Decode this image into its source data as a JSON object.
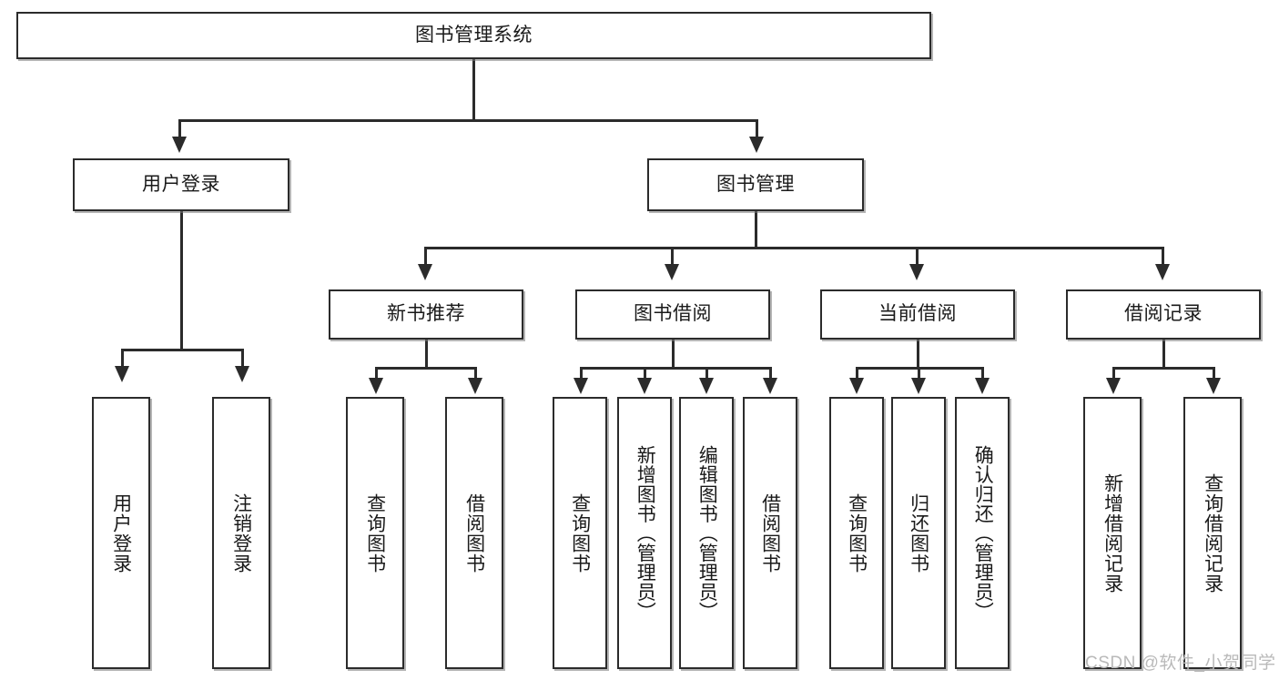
{
  "diagram": {
    "type": "tree-hierarchy-chart",
    "title": "图书管理系统",
    "background_color": "#ffffff",
    "line_color": "#2b2b2b",
    "box_fill": "#ffffff"
  },
  "nodes": {
    "root": {
      "label": "图书管理系统"
    },
    "level1": [
      {
        "id": "user-login",
        "label": "用户登录"
      },
      {
        "id": "book-manage",
        "label": "图书管理"
      }
    ],
    "level2": [
      {
        "id": "new-book-recommend",
        "label": "新书推荐"
      },
      {
        "id": "book-borrow",
        "label": "图书借阅"
      },
      {
        "id": "current-borrow",
        "label": "当前借阅"
      },
      {
        "id": "borrow-record",
        "label": "借阅记录"
      }
    ],
    "leaves": {
      "user_login": [
        {
          "id": "leaf-user-login",
          "label": "用户登录"
        },
        {
          "id": "leaf-logout",
          "label": "注销登录"
        }
      ],
      "new_book_recommend": [
        {
          "id": "leaf-query-book-1",
          "label": "查询图书"
        },
        {
          "id": "leaf-borrow-book-1",
          "label": "借阅图书"
        }
      ],
      "book_borrow": [
        {
          "id": "leaf-query-book-2",
          "label": "查询图书"
        },
        {
          "id": "leaf-add-book",
          "label": "新增图书（管理员）"
        },
        {
          "id": "leaf-edit-book",
          "label": "编辑图书（管理员）"
        },
        {
          "id": "leaf-borrow-book-2",
          "label": "借阅图书"
        }
      ],
      "current_borrow": [
        {
          "id": "leaf-query-book-3",
          "label": "查询图书"
        },
        {
          "id": "leaf-return-book",
          "label": "归还图书"
        },
        {
          "id": "leaf-confirm-return",
          "label": "确认归还（管理员）"
        }
      ],
      "borrow_record": [
        {
          "id": "leaf-add-record",
          "label": "新增借阅记录"
        },
        {
          "id": "leaf-query-record",
          "label": "查询借阅记录"
        }
      ]
    }
  },
  "watermark": {
    "text": "CSDN @软件_小贺同学",
    "color": "#b9b9b9"
  }
}
